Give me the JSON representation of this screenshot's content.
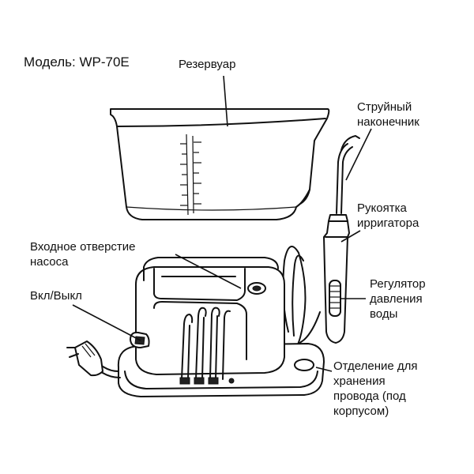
{
  "model": "Модель: WP-70E",
  "labels": {
    "reservoir": "Резервуар",
    "jet_tip_1": "Струйный",
    "jet_tip_2": "наконечник",
    "handle_1": "Рукоятка",
    "handle_2": "ирригатора",
    "inlet_1": "Входное отверстие",
    "inlet_2": "насоса",
    "power": "Вкл/Выкл",
    "pressure_1": "Регулятор",
    "pressure_2": "давления",
    "pressure_3": "воды",
    "storage_1": "Отделение для",
    "storage_2": "хранения",
    "storage_3": "провода (под",
    "storage_4": "корпусом)"
  }
}
